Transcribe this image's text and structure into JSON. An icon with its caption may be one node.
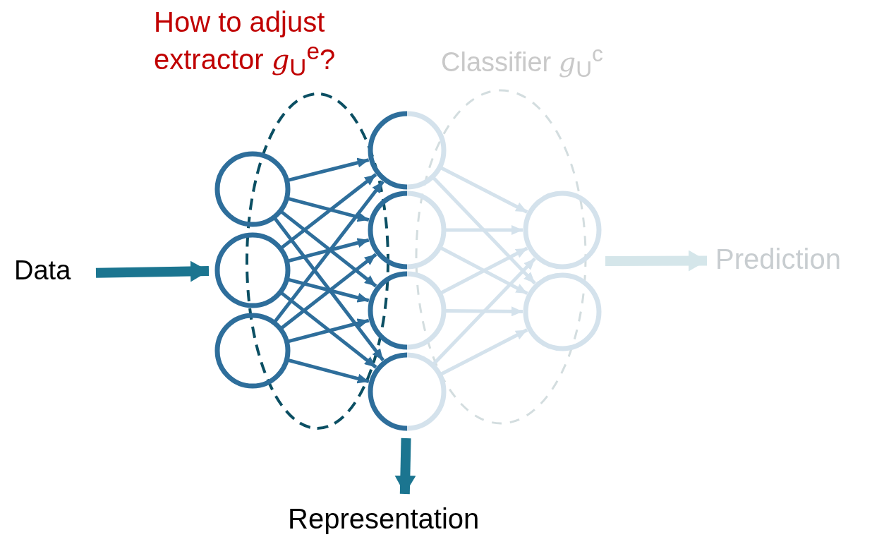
{
  "diagram": {
    "nodes": [
      {
        "text": [
          "Data"
        ]
      },
      {
        "text": [],
        "shape": "circle"
      },
      {
        "text": [],
        "shape": "circle"
      },
      {
        "text": [],
        "shape": "circle"
      },
      {
        "text": [],
        "shape": "circle"
      },
      {
        "text": [],
        "shape": "circle"
      },
      {
        "text": [],
        "shape": "circle"
      },
      {
        "text": [],
        "shape": "circle"
      },
      {
        "text": [],
        "shape": "circle"
      },
      {
        "text": [],
        "shape": "circle"
      },
      {
        "text": [
          "Prediction"
        ]
      },
      {
        "text": [
          "Representation"
        ]
      }
    ],
    "edges": [
      {
        "from": 0,
        "to": 2,
        "arrow": "to",
        "style": "thick",
        "color": "#1b7590"
      },
      {
        "from": 1,
        "to": 4,
        "arrow": "to"
      },
      {
        "from": 1,
        "to": 5,
        "arrow": "to"
      },
      {
        "from": 1,
        "to": 6,
        "arrow": "to"
      },
      {
        "from": 1,
        "to": 7,
        "arrow": "to"
      },
      {
        "from": 2,
        "to": 4,
        "arrow": "to"
      },
      {
        "from": 2,
        "to": 5,
        "arrow": "to"
      },
      {
        "from": 2,
        "to": 6,
        "arrow": "to"
      },
      {
        "from": 2,
        "to": 7,
        "arrow": "to"
      },
      {
        "from": 3,
        "to": 4,
        "arrow": "to"
      },
      {
        "from": 3,
        "to": 5,
        "arrow": "to"
      },
      {
        "from": 3,
        "to": 6,
        "arrow": "to"
      },
      {
        "from": 3,
        "to": 7,
        "arrow": "to"
      },
      {
        "from": 4,
        "to": 8,
        "arrow": "to",
        "color": "#d4e2ec"
      },
      {
        "from": 4,
        "to": 9,
        "arrow": "to",
        "color": "#d4e2ec"
      },
      {
        "from": 5,
        "to": 8,
        "arrow": "to",
        "color": "#d4e2ec"
      },
      {
        "from": 5,
        "to": 9,
        "arrow": "to",
        "color": "#d4e2ec"
      },
      {
        "from": 6,
        "to": 8,
        "arrow": "to",
        "color": "#d4e2ec"
      },
      {
        "from": 6,
        "to": 9,
        "arrow": "to",
        "color": "#d4e2ec"
      },
      {
        "from": 7,
        "to": 8,
        "arrow": "to",
        "color": "#d4e2ec"
      },
      {
        "from": 7,
        "to": 9,
        "arrow": "to",
        "color": "#d4e2ec"
      },
      {
        "from": null,
        "to": 10,
        "arrow": "to",
        "style": "thick",
        "color": "#d5e6ea"
      },
      {
        "from": 7,
        "to": 11,
        "arrow": "to",
        "style": "thick",
        "color": "#1b7590"
      }
    ],
    "labels": [
      "How to adjust extractor *g*$_{U}$$^{e}$?",
      "Classifier *g*$_{U}$$^{c}$"
    ]
  }
}
